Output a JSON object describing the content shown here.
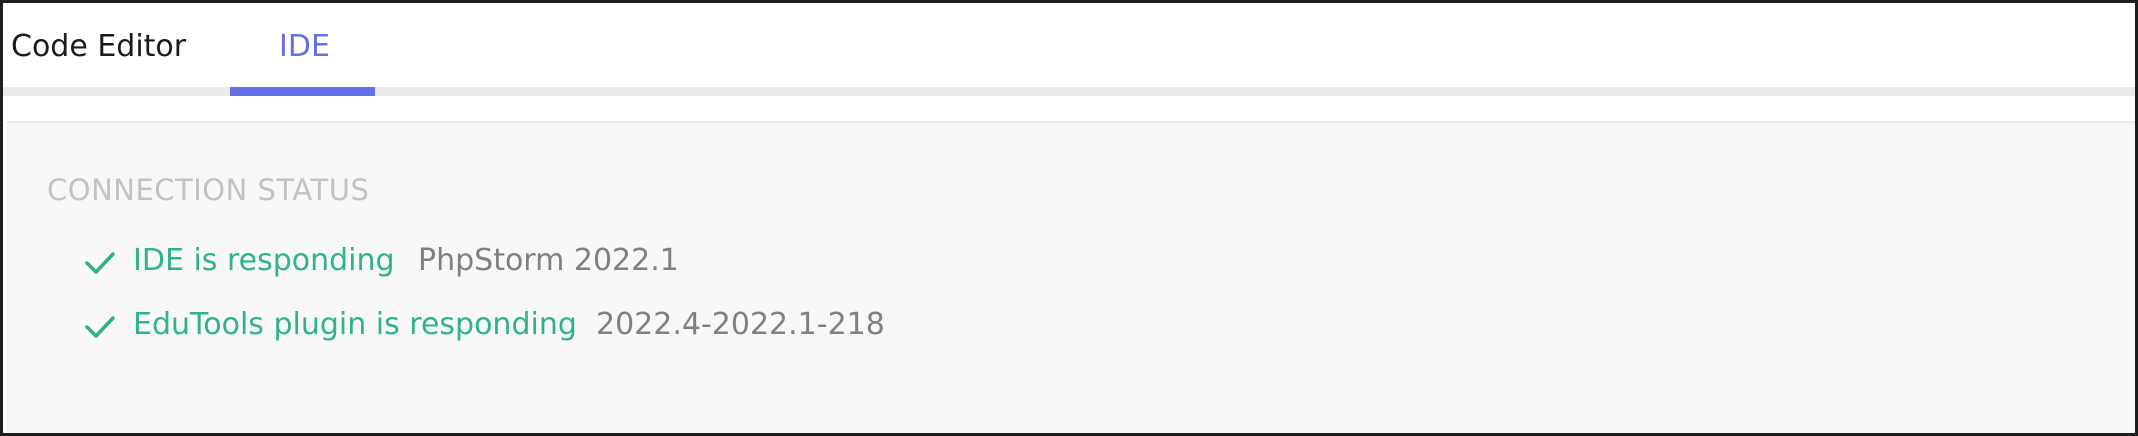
{
  "tabs": [
    {
      "label": "Code Editor",
      "active": false
    },
    {
      "label": "IDE",
      "active": true
    }
  ],
  "connection": {
    "title": "CONNECTION STATUS",
    "items": [
      {
        "icon": "check-icon",
        "label": "IDE is responding",
        "value": "PhpStorm 2022.1"
      },
      {
        "icon": "check-icon",
        "label": "EduTools plugin is responding",
        "value": "2022.4-2022.1-218"
      }
    ]
  },
  "colors": {
    "accent": "#6470e6",
    "success": "#2fb583",
    "muted": "#808080",
    "title_gray": "#c2c2c2",
    "panel_bg": "#f8f8f8"
  }
}
